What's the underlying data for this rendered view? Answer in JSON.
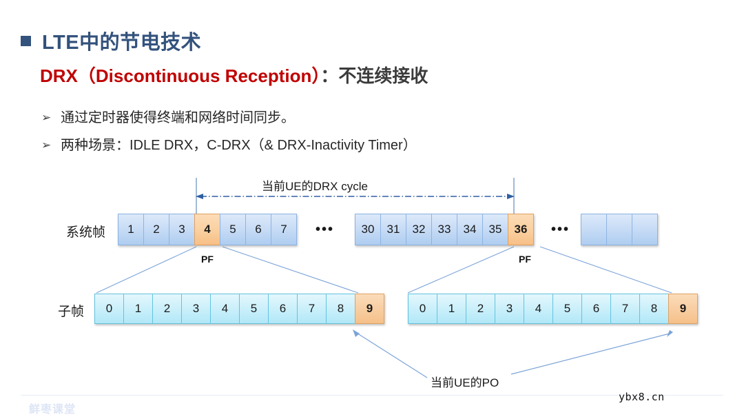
{
  "heading": {
    "bullet_icon": "square-bullet-icon",
    "title": "LTE中的节电技术",
    "title_color": "#33527c",
    "subtitle_en": "DRX（Discontinuous Reception）",
    "subtitle_cjk": "：不连续接收",
    "subtitle_color": "#c00000"
  },
  "bullets": [
    {
      "mark": "➢",
      "text": "通过定时器使得终端和网络时间同步。"
    },
    {
      "mark": "➢",
      "text": "两种场景：IDLE DRX，C-DRX（& DRX-Inactivity Timer）"
    }
  ],
  "diagram": {
    "cycle_label": "当前UE的DRX cycle",
    "po_label": "当前UE的PO",
    "pf_label_left": "PF",
    "pf_label_right": "PF",
    "row_labels": {
      "frames": "系统帧",
      "subframes": "子帧"
    },
    "ellipsis": "•••",
    "frames_group_1": [
      "1",
      "2",
      "3",
      "4",
      "5",
      "6",
      "7"
    ],
    "frames_group_1_highlight_index": 3,
    "frames_group_2": [
      "30",
      "31",
      "32",
      "33",
      "34",
      "35",
      "36"
    ],
    "frames_group_2_highlight_index": 6,
    "frames_group_3": [
      "",
      "",
      ""
    ],
    "subframes_left": [
      "0",
      "1",
      "2",
      "3",
      "4",
      "5",
      "6",
      "7",
      "8",
      "9"
    ],
    "subframes_left_highlight_index": 9,
    "subframes_right": [
      "0",
      "1",
      "2",
      "3",
      "4",
      "5",
      "6",
      "7",
      "8",
      "9"
    ],
    "subframes_right_highlight_index": 9,
    "colors": {
      "frame_cell": "#c9ddf6",
      "subframe_cell": "#c8effa",
      "highlight": "#f8cda0",
      "connector": "#7ba3d8"
    }
  },
  "footer": {
    "brand": "鲜枣课堂",
    "watermark": "ybx8.cn"
  }
}
